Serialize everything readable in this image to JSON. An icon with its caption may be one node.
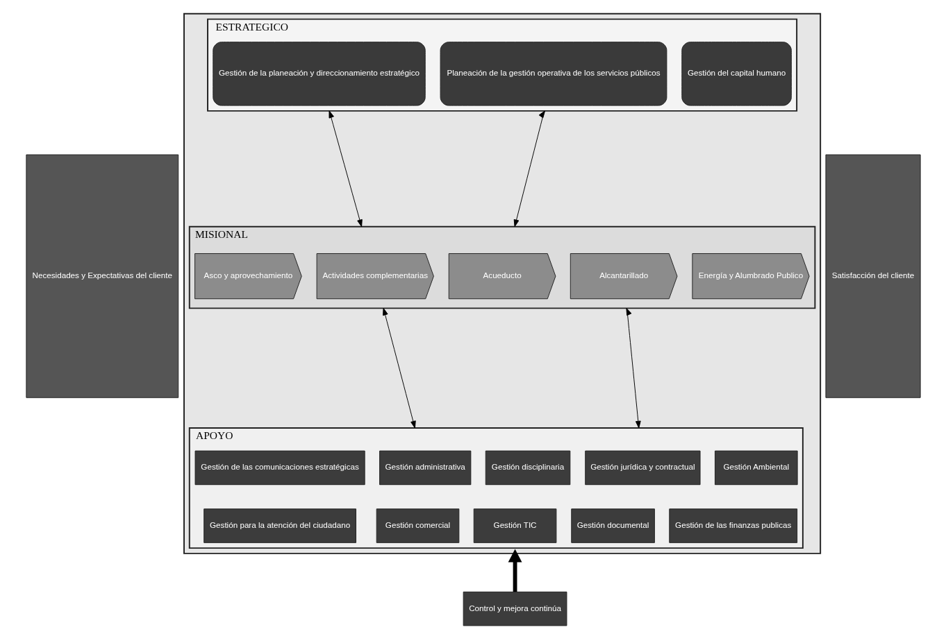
{
  "diagram": {
    "nodes": [
      {
        "text": [],
        "shape": "box"
      },
      {
        "text": [
          "ESTRATEGICO"
        ],
        "in": 0
      },
      {
        "text": [
          "Gestión de la planeación y direccionamiento estratégico"
        ],
        "in": 1
      },
      {
        "text": [
          "Planeación de la gestión operativa de los servicios públicos"
        ],
        "in": 1
      },
      {
        "text": [
          "Gestión del capital humano"
        ],
        "in": 1
      },
      {
        "text": [
          "MISIONAL"
        ],
        "in": 0
      },
      {
        "text": [
          "Asco y aprovechamiento"
        ],
        "in": 5
      },
      {
        "text": [
          "Actividades complementarias"
        ],
        "in": 5
      },
      {
        "text": [
          "Acueducto"
        ],
        "in": 5
      },
      {
        "text": [
          "Alcantarillado"
        ],
        "in": 5
      },
      {
        "text": [
          "Energía y Alumbrado Publico"
        ],
        "in": 5
      },
      {
        "text": [
          "APOYO"
        ],
        "in": 0
      },
      {
        "text": [
          "Gestión Ambiental"
        ],
        "in": 11
      },
      {
        "text": [
          "Gestión administrativa"
        ],
        "in": 11
      },
      {
        "text": [
          "Gestión disciplinaria"
        ],
        "in": 11
      },
      {
        "text": [
          "Gestión jurídica y contractual"
        ],
        "in": 11
      },
      {
        "text": [
          "Gestión de las comunicaciones estratégicas"
        ],
        "in": 11
      },
      {
        "text": [
          "Gestión de las finanzas publicas"
        ],
        "in": 11
      },
      {
        "text": [
          "Gestión comercial"
        ],
        "in": 11
      },
      {
        "text": [
          "Gestión TIC"
        ],
        "in": 11
      },
      {
        "text": [
          "Gestión documental"
        ],
        "in": 11
      },
      {
        "text": [
          "Gestión para la atención del ciudadano"
        ],
        "in": 11
      },
      {
        "text": [
          "Necesidades y Expectativas del cliente"
        ]
      },
      {
        "text": [
          "Satisfacción del cliente"
        ]
      },
      {
        "text": [
          "Control y mejora continúa"
        ]
      }
    ],
    "edges": [
      {
        "from": 1,
        "to": 5,
        "arrow": "both"
      },
      {
        "from": 1,
        "to": 5,
        "arrow": "both"
      },
      {
        "from": 5,
        "to": 11,
        "arrow": "both"
      },
      {
        "from": 5,
        "to": 11,
        "arrow": "both"
      },
      {
        "from": 24,
        "to": 0,
        "arrow": "to",
        "style": "thick"
      }
    ]
  }
}
